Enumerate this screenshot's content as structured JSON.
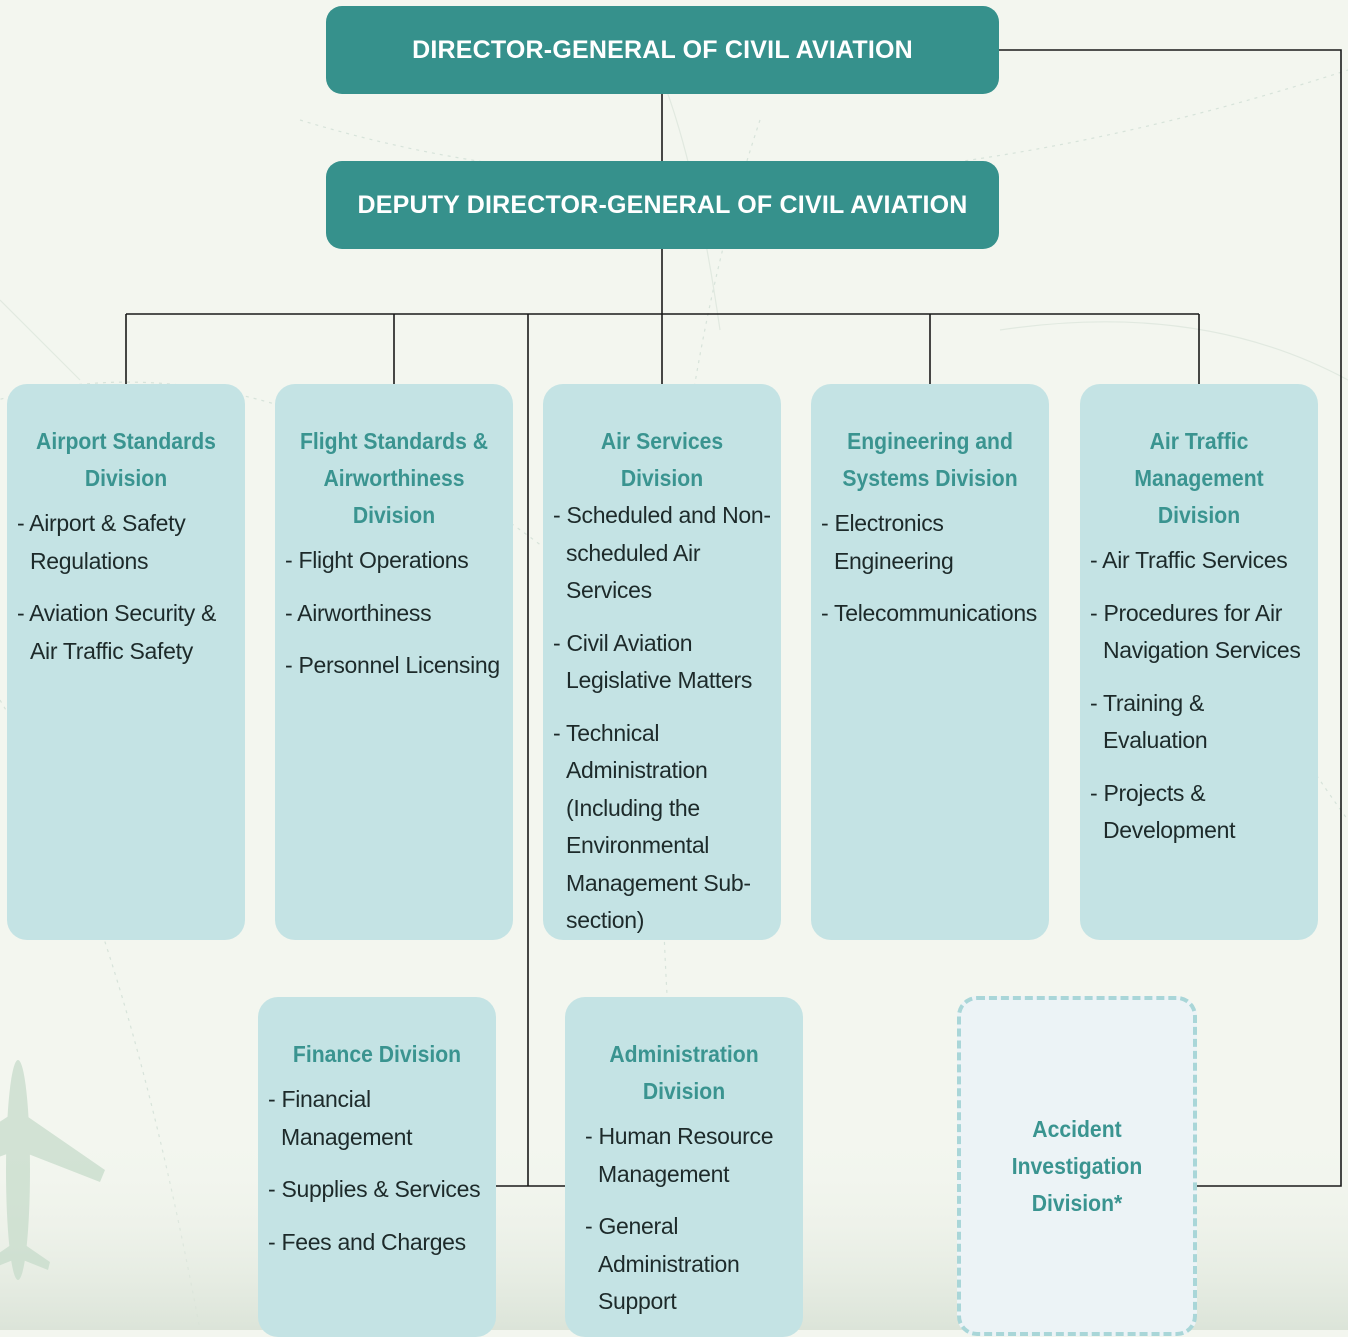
{
  "chart": {
    "director": "DIRECTOR-GENERAL OF CIVIL AVIATION",
    "deputy": "DEPUTY DIRECTOR-GENERAL OF CIVIL AVIATION"
  },
  "divisions": [
    {
      "title": "Airport Standards Division",
      "items": [
        "- Airport & Safety Regulations",
        "- Aviation Security & Air Traffic Safety"
      ]
    },
    {
      "title": "Flight Standards & Airworthiness Division",
      "items": [
        "- Flight Operations",
        "- Airworthiness",
        "- Personnel Licensing"
      ]
    },
    {
      "title": "Air Services Division",
      "items": [
        "- Scheduled and Non-scheduled Air Services",
        "- Civil Aviation Legislative Matters",
        "- Technical Administration (Including the Environmental Management Sub-section)"
      ]
    },
    {
      "title": "Engineering and Systems Division",
      "items": [
        "- Electronics Engineering",
        "- Telecommunications"
      ]
    },
    {
      "title": "Air Traffic Management Division",
      "items": [
        "- Air Traffic Services",
        "- Procedures for Air Navigation Services",
        "- Training & Evaluation",
        "- Projects & Development"
      ]
    },
    {
      "title": "Finance Division",
      "items": [
        "- Financial Management",
        "- Supplies & Services",
        "- Fees and Charges"
      ]
    },
    {
      "title": "Administration Division",
      "items": [
        "- Human Resource Management",
        "- General Administration Support"
      ]
    }
  ],
  "accident": {
    "title": "Accident Investigation Division*"
  },
  "colors": {
    "executive_fill": "#36918c",
    "division_fill": "#c4e3e4",
    "division_title": "#3a9490",
    "connector": "#1a1a1a",
    "dashed_border": "#a9d6d8"
  }
}
